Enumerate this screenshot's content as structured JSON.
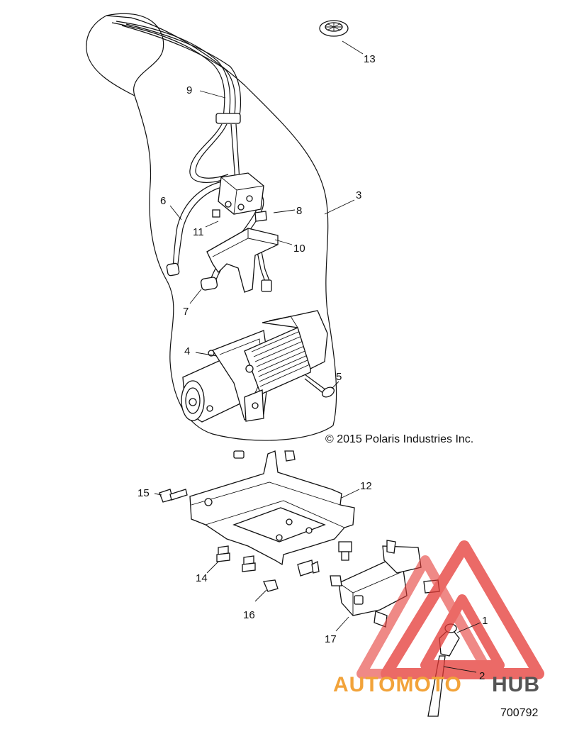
{
  "copyright": "© 2015 Polaris Industries Inc.",
  "diagram_id": "700792",
  "callouts": {
    "c1": "1",
    "c2": "2",
    "c3": "3",
    "c4": "4",
    "c5": "5",
    "c6": "6",
    "c7": "7",
    "c8": "8",
    "c9": "9",
    "c10": "10",
    "c11": "11",
    "c12": "12",
    "c13": "13",
    "c14": "14",
    "c15": "15",
    "c16": "16",
    "c17": "17"
  },
  "watermark": {
    "part1": "AUTOMOTO",
    "part2": "HUB",
    "color_main": "#f2a33a",
    "color_hub": "#555555",
    "triangle_color": "#e53935"
  }
}
